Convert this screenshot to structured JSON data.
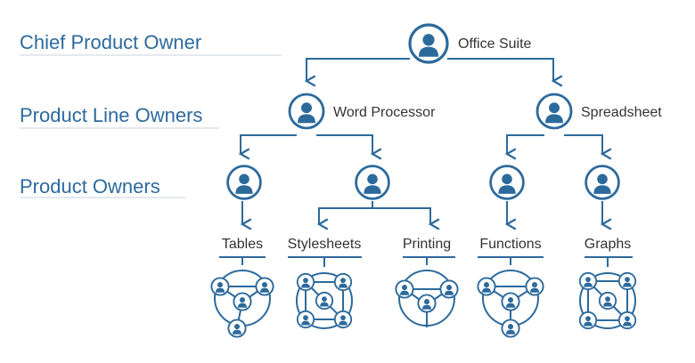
{
  "levels": {
    "chief": "Chief Product Owner",
    "product_line": "Product Line Owners",
    "product": "Product Owners"
  },
  "root": {
    "label": "Office Suite"
  },
  "product_lines": [
    {
      "label": "Word Processor"
    },
    {
      "label": "Spreadsheet"
    }
  ],
  "teams": [
    {
      "label": "Tables"
    },
    {
      "label": "Stylesheets"
    },
    {
      "label": "Printing"
    },
    {
      "label": "Functions"
    },
    {
      "label": "Graphs"
    }
  ],
  "colors": {
    "primary": "#2d6a9c",
    "divider": "#c9d3dc",
    "text": "#333333",
    "background": "#ffffff"
  },
  "icons": {
    "person": "person-icon",
    "arrow": "arrow-down-icon",
    "team_triangle": "team-triangle-icon",
    "team_square": "team-square-icon"
  }
}
